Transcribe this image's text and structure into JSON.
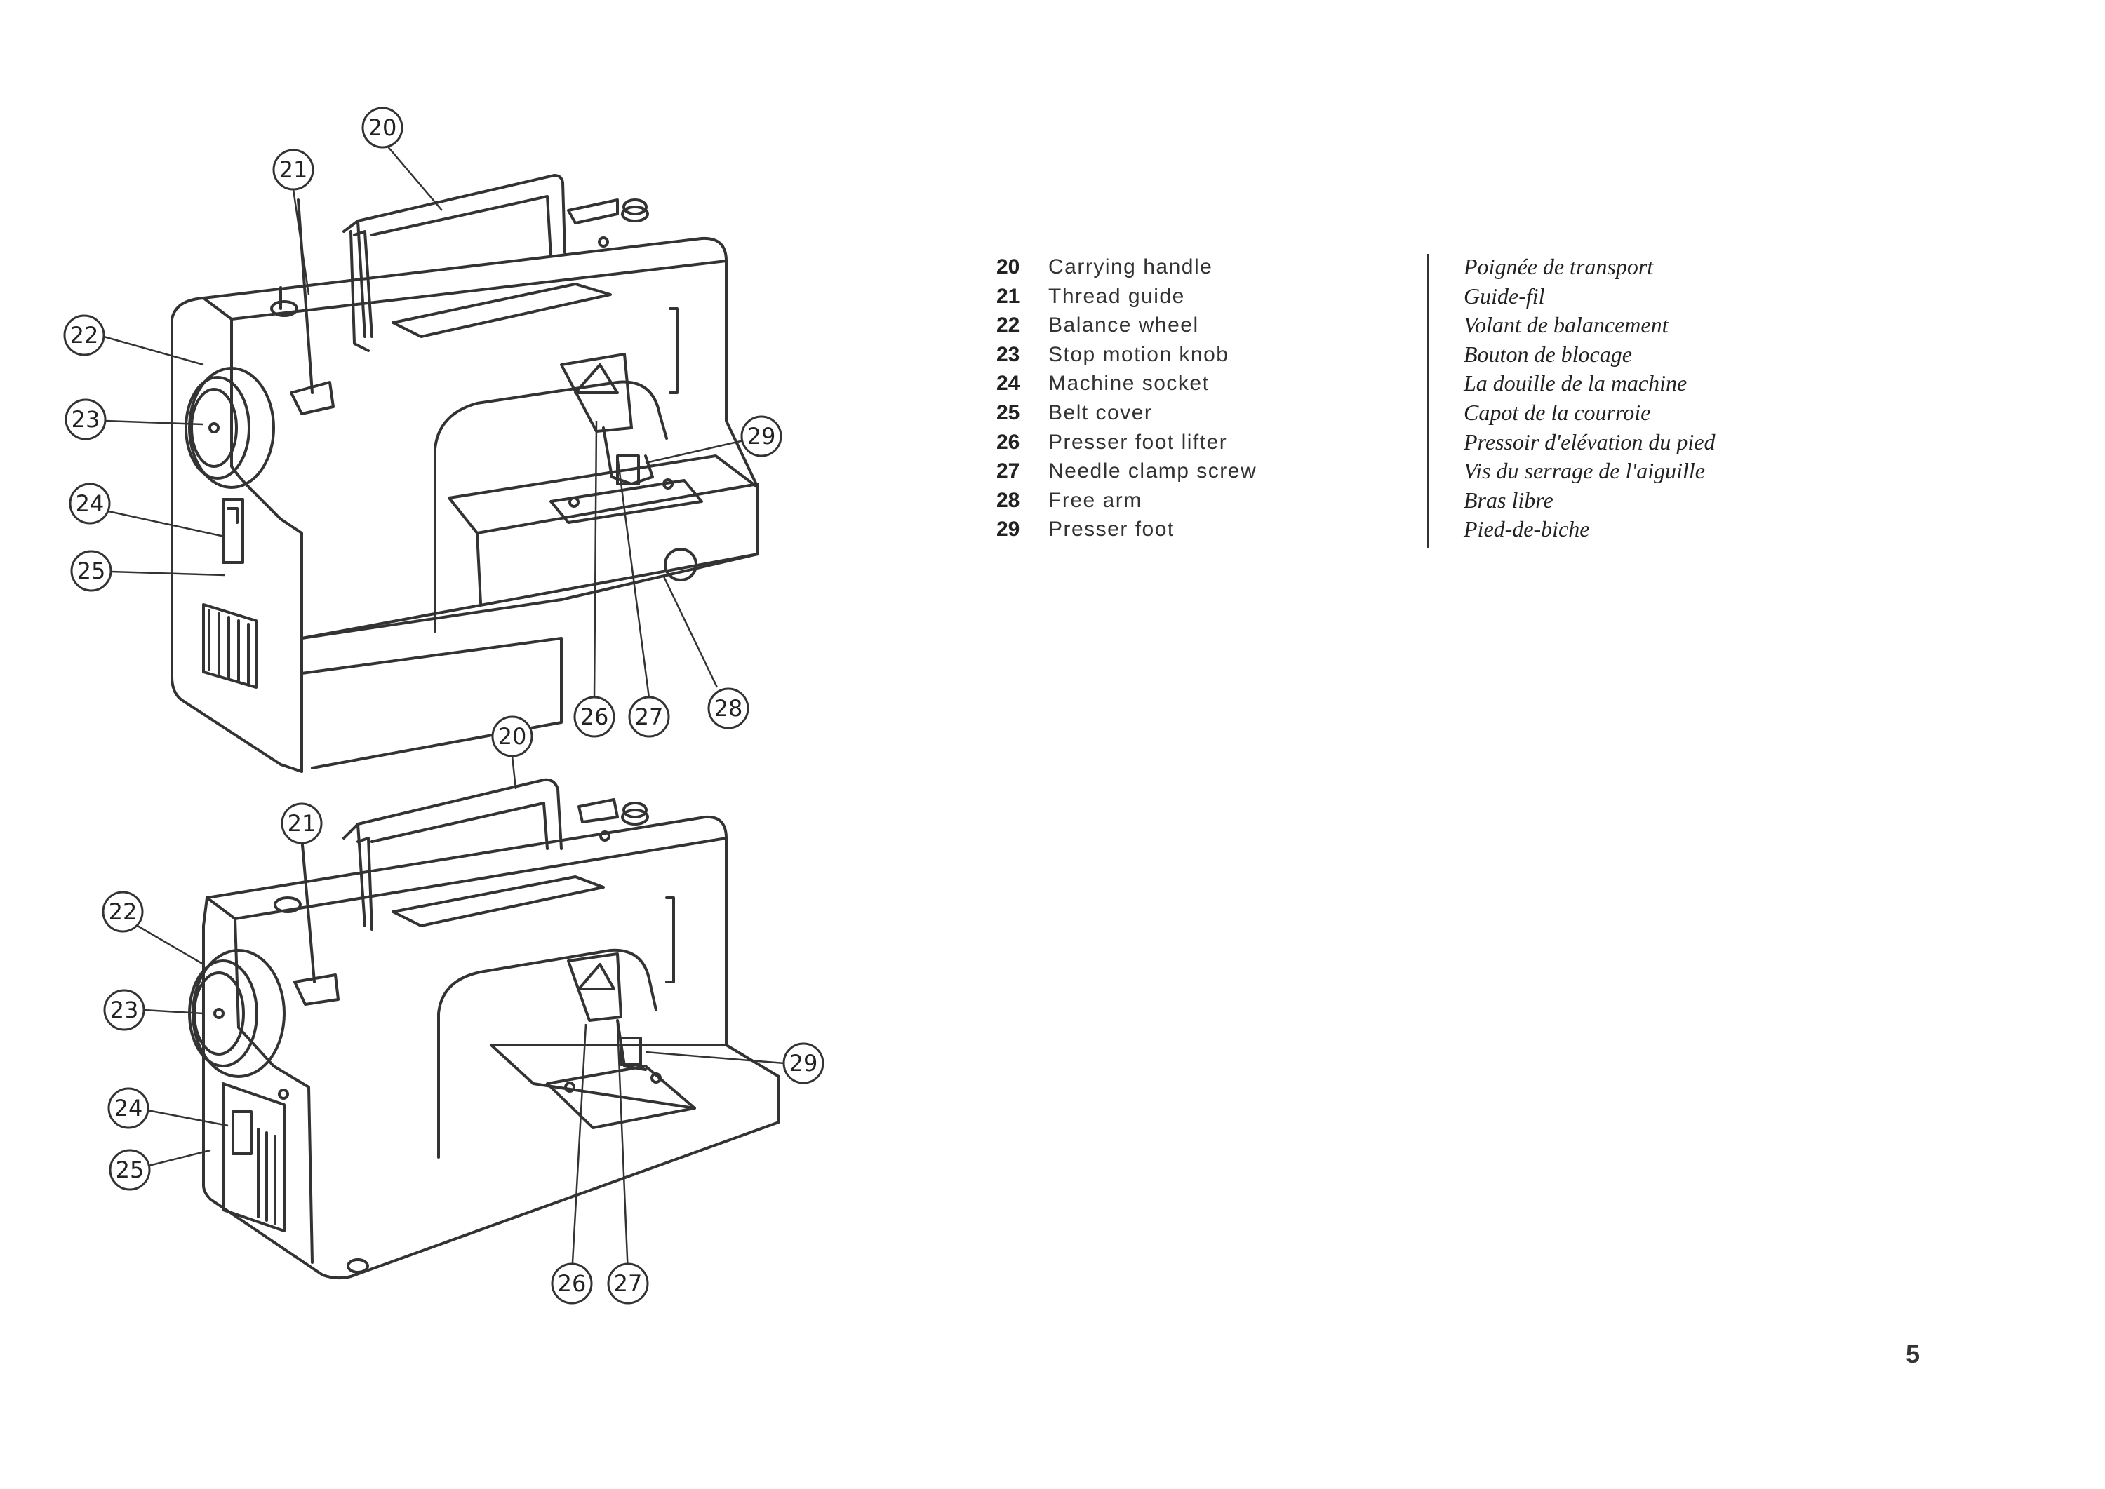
{
  "callouts": {
    "c20": "20",
    "c21": "21",
    "c22": "22",
    "c23": "23",
    "c24": "24",
    "c25": "25",
    "c26": "26",
    "c27": "27",
    "c28": "28",
    "c29": "29"
  },
  "parts": [
    {
      "number": "20",
      "english": "Carrying handle",
      "french": "Poignée de transport"
    },
    {
      "number": "21",
      "english": "Thread guide",
      "french": "Guide-fil"
    },
    {
      "number": "22",
      "english": "Balance wheel",
      "french": "Volant de balancement"
    },
    {
      "number": "23",
      "english": "Stop motion knob",
      "french": "Bouton de blocage"
    },
    {
      "number": "24",
      "english": "Machine socket",
      "french": "La douille de la machine"
    },
    {
      "number": "25",
      "english": "Belt cover",
      "french": "Capot de la courroie"
    },
    {
      "number": "26",
      "english": "Presser foot lifter",
      "french": "Pressoir d'elévation du pied"
    },
    {
      "number": "27",
      "english": "Needle clamp screw",
      "french": "Vis du serrage de l'aiguille"
    },
    {
      "number": "28",
      "english": "Free arm",
      "french": "Bras libre"
    },
    {
      "number": "29",
      "english": "Presser foot",
      "french": "Pied-de-biche"
    }
  ],
  "page_number": "5"
}
